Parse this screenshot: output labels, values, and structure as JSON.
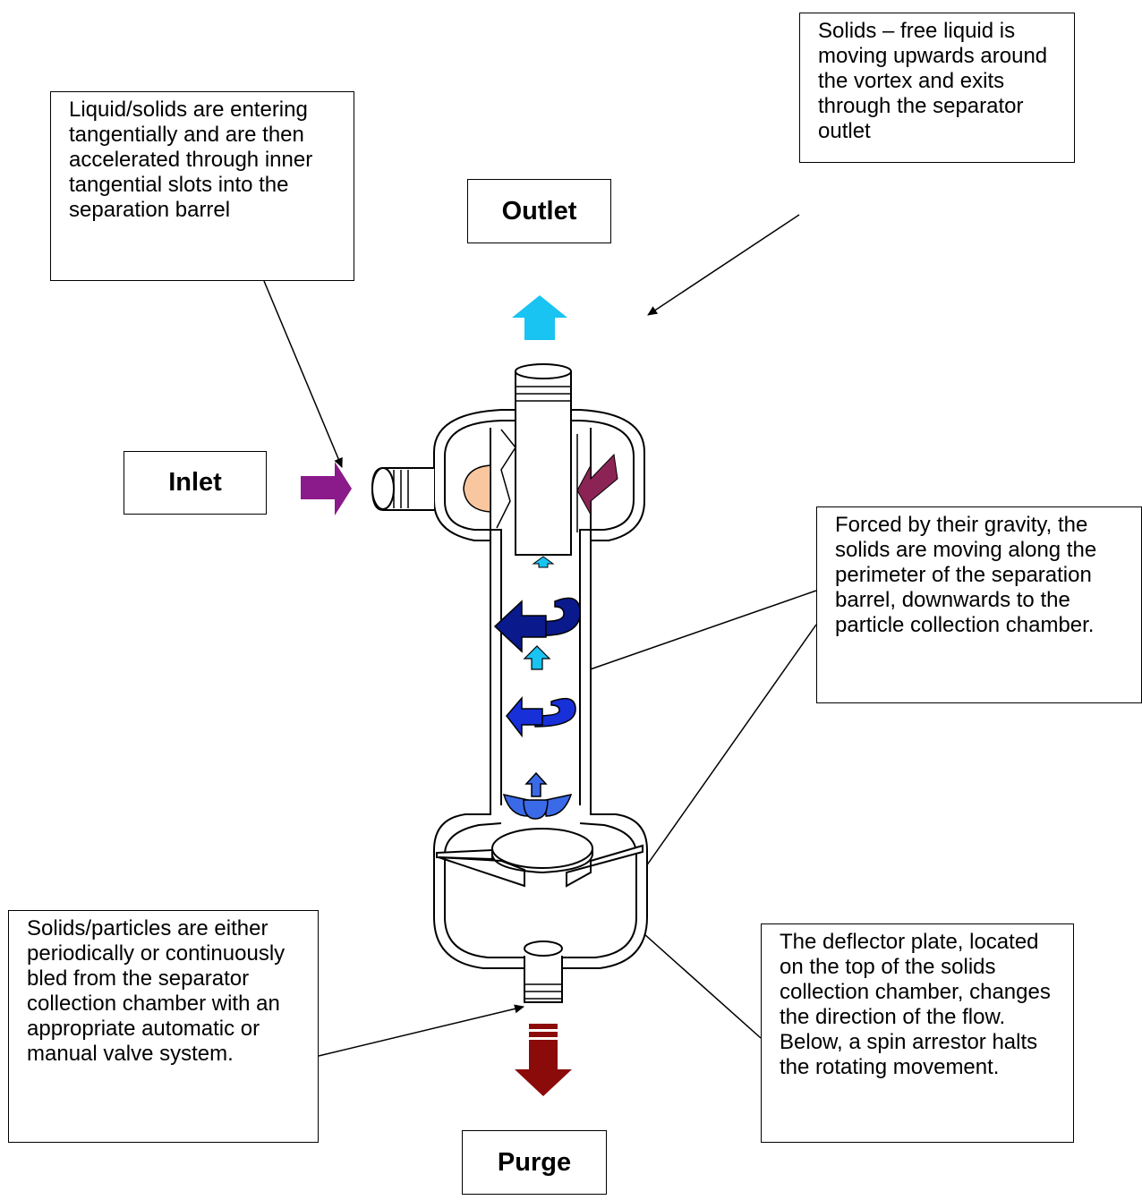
{
  "labels": {
    "outlet": "Outlet",
    "inlet": "Inlet",
    "purge": "Purge"
  },
  "callouts": {
    "inlet_note": "Liquid/solids are entering tangentially and are then accelerated through inner tangential slots into the separation barrel",
    "outlet_note": "Solids – free liquid is moving upwards around the vortex and exits through the separator outlet",
    "barrel_note": "Forced by their gravity, the solids are moving along the perimeter of the separation barrel, downwards to the particle collection chamber.",
    "purge_note": "Solids/particles are either periodically or continuously bled from the separator collection chamber with an appropriate automatic or manual valve system.",
    "deflector_note": "The deflector plate, located on the top of the solids collection chamber, changes the direction of the flow. Below, a spin arrestor halts the rotating movement."
  },
  "colors": {
    "outlet_arrow": "#19C3F2",
    "inlet_arrow": "#8B1A8A",
    "purge_arrow": "#8B0A0A",
    "vortex_dark": "#0A1A8C",
    "vortex_mid": "#1830D8",
    "vortex_light": "#3A6AE8",
    "up_arrow": "#19C3F2",
    "inner_inlet_arrow": "#8B2455",
    "inlet_ball": "#F8C7A0"
  }
}
